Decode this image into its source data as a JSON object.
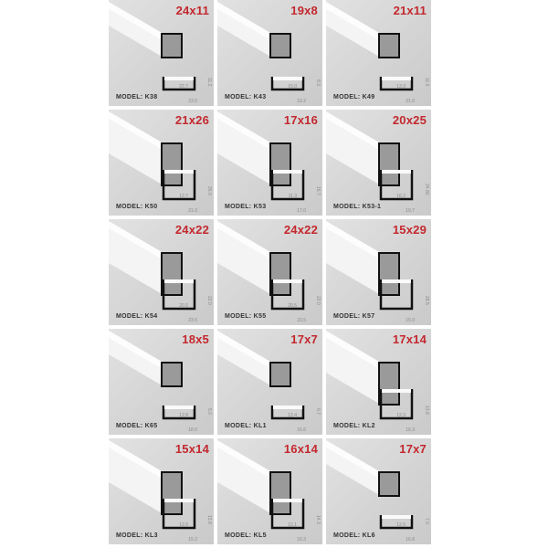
{
  "products": [
    {
      "size": "24x11",
      "model": "MODEL: K38",
      "dims": {
        "width": "23.5",
        "height": "11.2",
        "inner": "22.7"
      }
    },
    {
      "size": "19x8",
      "model": "MODEL: K43",
      "dims": {
        "width": "19.2",
        "height": "8.3",
        "inner": "15.0"
      }
    },
    {
      "size": "21x11",
      "model": "MODEL: K49",
      "dims": {
        "width": "21.0",
        "height": "11.0",
        "inner": "13.3"
      }
    },
    {
      "size": "21x26",
      "model": "MODEL: K50",
      "dims": {
        "width": "21.0",
        "height": "26.0",
        "inner": "12.7"
      }
    },
    {
      "size": "17x16",
      "model": "MODEL: K53",
      "dims": {
        "width": "17.0",
        "height": "15.7",
        "inner": "11.3"
      }
    },
    {
      "size": "20x25",
      "model": "MODEL: K53-1",
      "dims": {
        "width": "19.7",
        "height": "24.80",
        "inner": "16.2"
      }
    },
    {
      "size": "24x22",
      "model": "MODEL: K54",
      "dims": {
        "width": "23.5",
        "height": "22.0",
        "inner": "20.5"
      }
    },
    {
      "size": "24x22",
      "model": "MODEL: K55",
      "dims": {
        "width": "23.5",
        "height": "22.0",
        "inner": "20.5"
      }
    },
    {
      "size": "15x29",
      "model": "MODEL: K57",
      "dims": {
        "width": "15.0",
        "height": "28.5",
        "inner": ""
      }
    },
    {
      "size": "18x5",
      "model": "MODEL: K65",
      "dims": {
        "width": "18.0",
        "height": "5.0",
        "inner": "12.8"
      }
    },
    {
      "size": "17x7",
      "model": "MODEL: KL1",
      "dims": {
        "width": "16.6",
        "height": "6.7",
        "inner": "12.4"
      }
    },
    {
      "size": "17x14",
      "model": "MODEL: KL2",
      "dims": {
        "width": "16.3",
        "height": "13.8",
        "inner": "12.3"
      }
    },
    {
      "size": "15x14",
      "model": "MODEL: KL3",
      "dims": {
        "width": "15.2",
        "height": "13.8",
        "inner": "12.5"
      }
    },
    {
      "size": "16x14",
      "model": "MODEL: KL5",
      "dims": {
        "width": "16.3",
        "height": "14.3",
        "inner": "12.1"
      }
    },
    {
      "size": "17x7",
      "model": "MODEL: KL6",
      "dims": {
        "width": "16.8",
        "height": "7.0",
        "inner": "12.5"
      }
    }
  ],
  "colors": {
    "size_label": "#c3282e",
    "background": "#d4d4d4",
    "profile": "#111111"
  }
}
